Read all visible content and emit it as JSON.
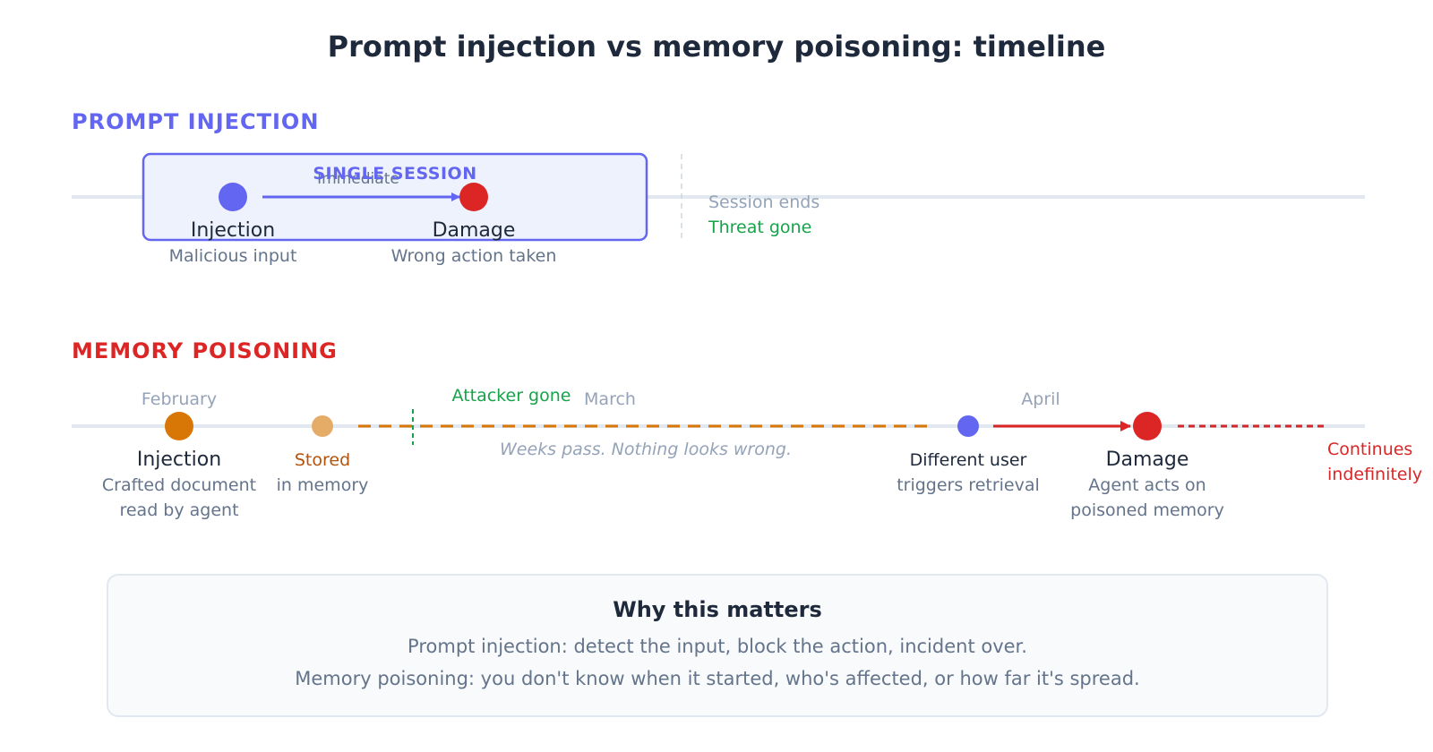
{
  "title": "Prompt injection vs memory poisoning: timeline",
  "colors": {
    "indigo": "#6366f1",
    "red": "#dc2626",
    "orange": "#d97706",
    "orange_light": "#e5ac68",
    "green": "#16a34a",
    "dark": "#1e293b",
    "muted": "#64748b",
    "faint": "#94a3b8",
    "line": "#e2e8f0"
  },
  "prompt_injection": {
    "heading": "PROMPT INJECTION",
    "box_label": "SINGLE SESSION",
    "arrow_label": "Immediate",
    "injection": {
      "label": "Injection",
      "sub": "Malicious input"
    },
    "damage": {
      "label": "Damage",
      "sub": "Wrong action taken"
    },
    "session_ends": "Session ends",
    "threat_gone": "Threat gone"
  },
  "memory_poisoning": {
    "heading": "MEMORY POISONING",
    "months": [
      "February",
      "March",
      "April"
    ],
    "attacker_gone": "Attacker gone",
    "weeks_note": "Weeks pass. Nothing looks wrong.",
    "injection": {
      "label": "Injection",
      "sub1": "Crafted document",
      "sub2": "read by agent"
    },
    "stored": {
      "label": "Stored",
      "sub": "in memory"
    },
    "retrieval": {
      "label": "Different user",
      "sub": "triggers retrieval"
    },
    "damage": {
      "label": "Damage",
      "sub1": "Agent acts on",
      "sub2": "poisoned memory"
    },
    "continues": [
      "Continues",
      "indefinitely"
    ]
  },
  "why": {
    "title": "Why this matters",
    "line1": "Prompt injection: detect the input, block the action, incident over.",
    "line2": "Memory poisoning: you don't know when it started, who's affected, or how far it's spread."
  }
}
